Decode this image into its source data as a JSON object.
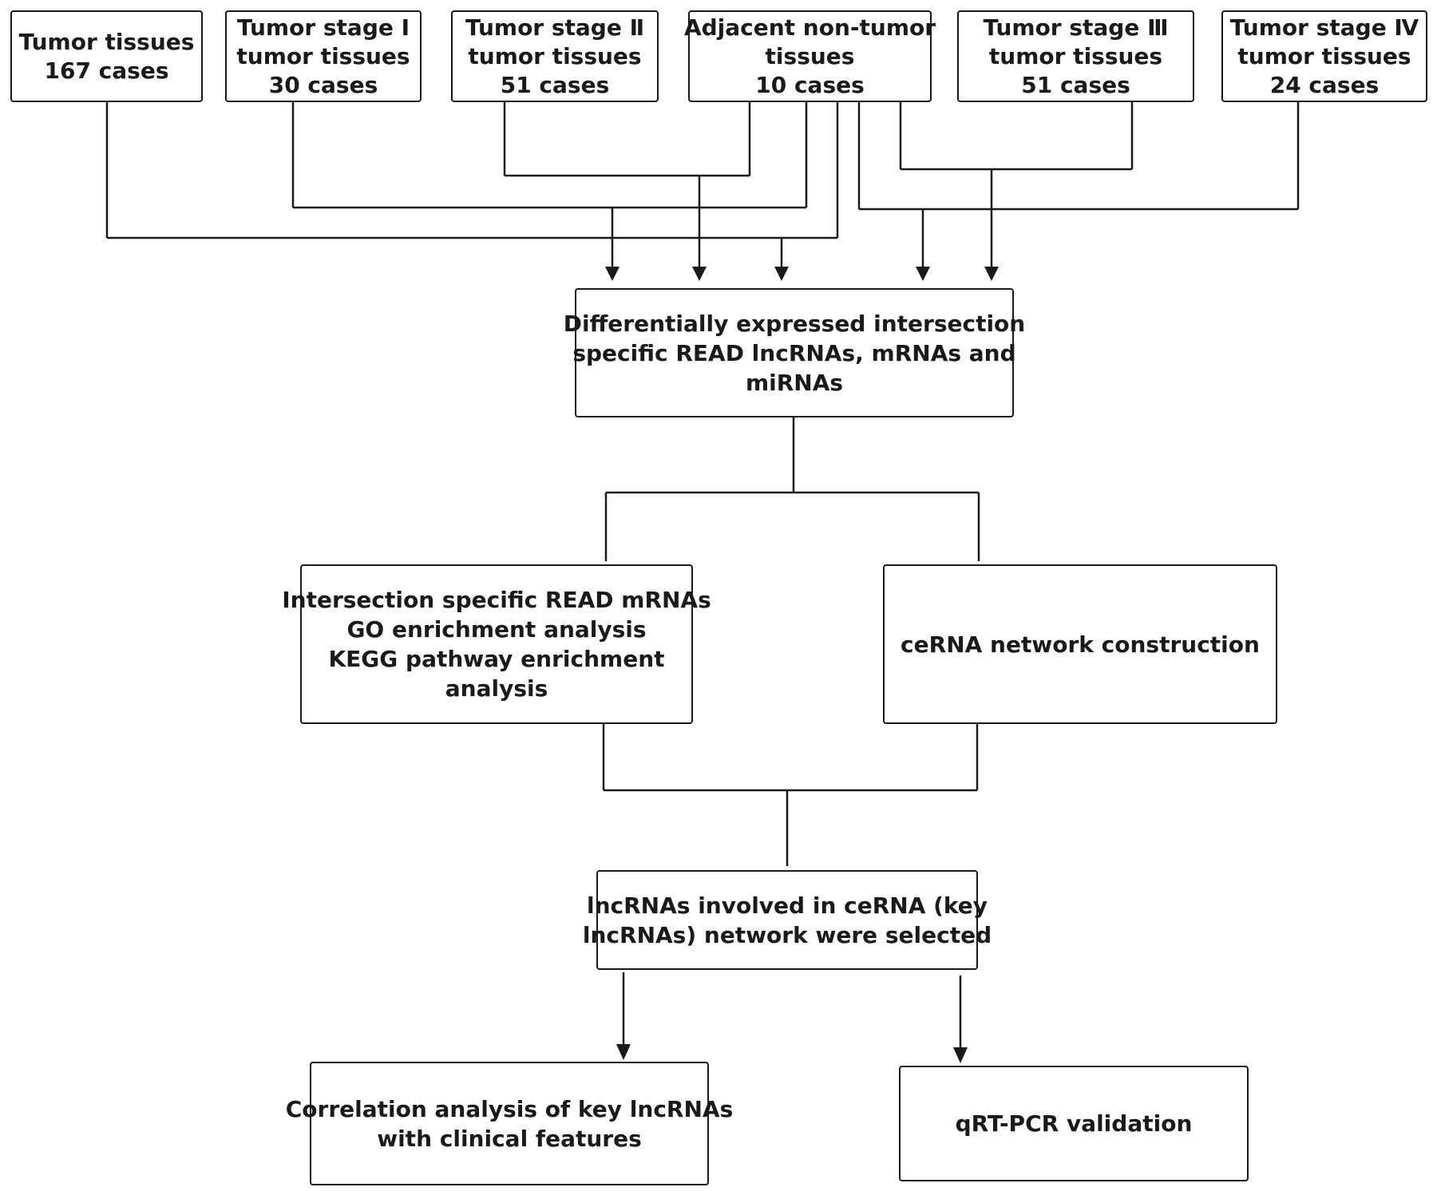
{
  "boxes": {
    "tumor_tissues": [
      "Tumor tissues",
      "167 cases"
    ],
    "stage1": [
      "Tumor stage  Ⅰ",
      "tumor tissues",
      "30 cases"
    ],
    "stage2": [
      "Tumor stage Ⅱ",
      "tumor tissues",
      "51 cases"
    ],
    "adjacent": [
      "Adjacent non-tumor",
      "tissues",
      "10 cases"
    ],
    "stage3": [
      "Tumor stage Ⅲ",
      "tumor tissues",
      "51 cases"
    ],
    "stage4": [
      "Tumor stage Ⅳ",
      "tumor tissues",
      "24 cases"
    ],
    "diff_expr": [
      "Differentially expressed intersection",
      "specific READ lncRNAs, mRNAs and",
      "miRNAs"
    ],
    "enrichment": [
      "Intersection specific READ mRNAs",
      "GO enrichment analysis",
      "KEGG pathway enrichment",
      "analysis"
    ],
    "cerna": [
      "ceRNA network construction"
    ],
    "key_lncrnas": [
      "lncRNAs involved in ceRNA (key",
      "lncRNAs) network were selected"
    ],
    "correlation": [
      "Correlation analysis of key lncRNAs",
      "with clinical features"
    ],
    "qrtpcr": [
      "qRT-PCR validation"
    ]
  }
}
